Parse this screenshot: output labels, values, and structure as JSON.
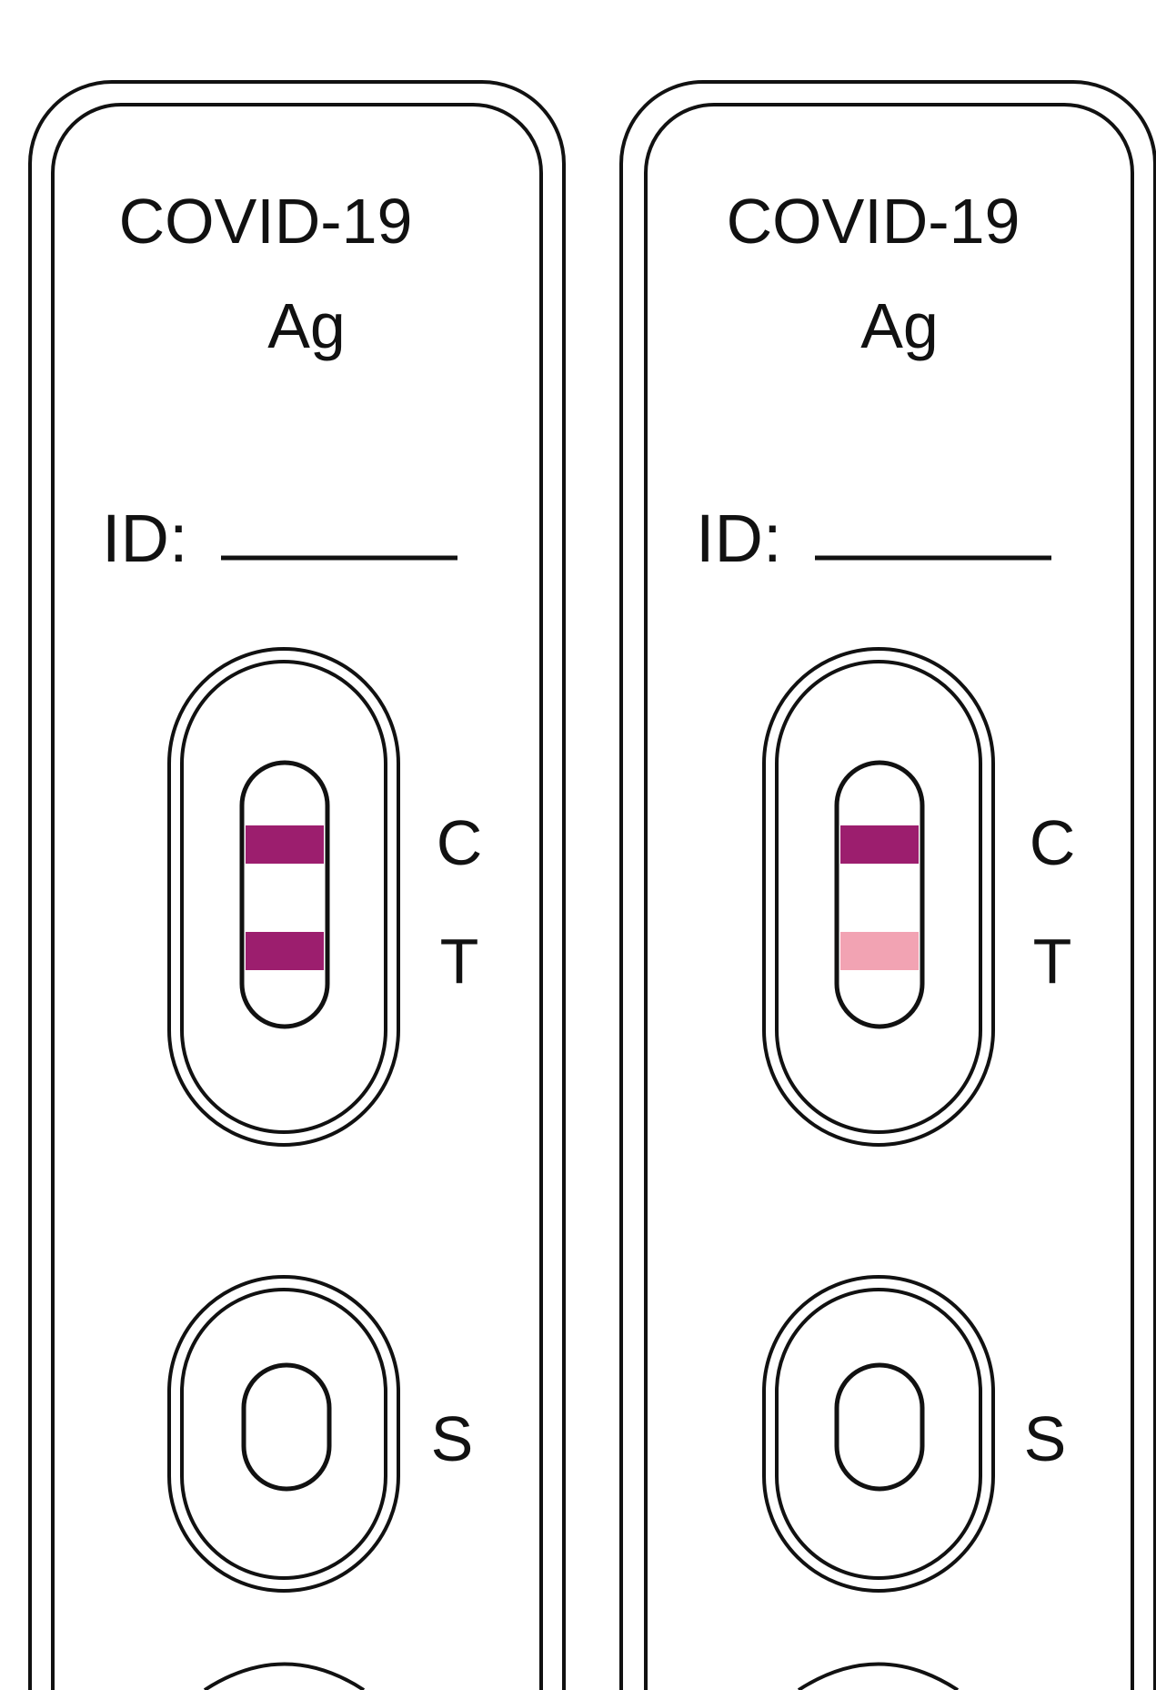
{
  "cassettes": [
    {
      "brand_line1": "COVID-19",
      "brand_line2": "Ag",
      "id_label": "ID:",
      "control_label": "C",
      "test_label": "T",
      "sample_label": "S",
      "control_line_color": "#9c1e6e",
      "test_line_color": "#9c1e6e"
    },
    {
      "brand_line1": "COVID-19",
      "brand_line2": "Ag",
      "id_label": "ID:",
      "control_label": "C",
      "test_label": "T",
      "sample_label": "S",
      "control_line_color": "#9c1e6e",
      "test_line_color": "#f2a3b3"
    }
  ]
}
